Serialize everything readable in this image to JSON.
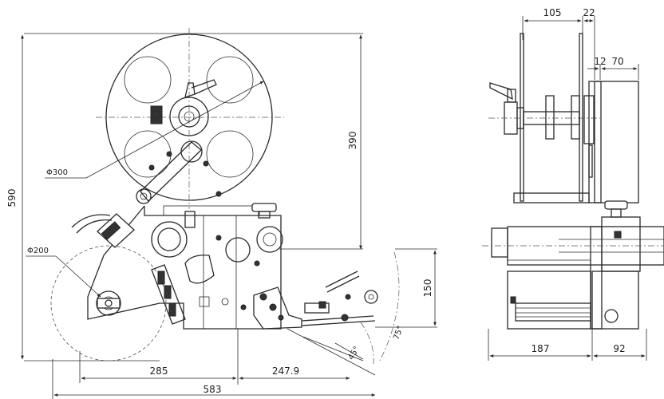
{
  "front_view": {
    "dims": {
      "overall_height": "590",
      "upper_height": "390",
      "roll_diameter_large": "Φ300",
      "roll_diameter_small": "Φ200",
      "width_left": "285",
      "width_right": "247.9",
      "overall_width": "583",
      "head_height": "150",
      "angle_1": "75°",
      "angle_2": "45°"
    }
  },
  "side_view": {
    "dims": {
      "top_1": "105",
      "top_2": "22",
      "top_3": "12",
      "top_4": "70",
      "bottom_1": "187",
      "bottom_2": "92"
    }
  }
}
